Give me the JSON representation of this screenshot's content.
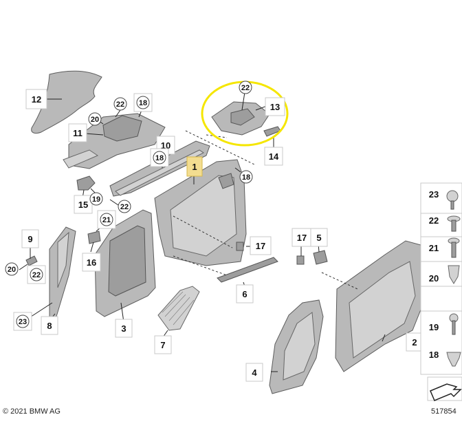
{
  "copyright": "© 2021 BMW AG",
  "diagram_id": "517854",
  "callouts": [
    {
      "id": "c12",
      "label": "12",
      "style": "box"
    },
    {
      "id": "c22a",
      "label": "22",
      "style": "circle"
    },
    {
      "id": "c18a",
      "label": "18",
      "style": "circle"
    },
    {
      "id": "c20a",
      "label": "20",
      "style": "circle"
    },
    {
      "id": "c11",
      "label": "11",
      "style": "box"
    },
    {
      "id": "c10",
      "label": "10",
      "style": "box"
    },
    {
      "id": "c18b",
      "label": "18",
      "style": "circle"
    },
    {
      "id": "c1",
      "label": "1",
      "style": "highlight"
    },
    {
      "id": "c15",
      "label": "15",
      "style": "box"
    },
    {
      "id": "c19a",
      "label": "19",
      "style": "circle"
    },
    {
      "id": "c22b",
      "label": "22",
      "style": "circle"
    },
    {
      "id": "c22c",
      "label": "22",
      "style": "circle"
    },
    {
      "id": "c13",
      "label": "13",
      "style": "box"
    },
    {
      "id": "c14",
      "label": "14",
      "style": "box"
    },
    {
      "id": "c18c",
      "label": "18",
      "style": "circle"
    },
    {
      "id": "c21a",
      "label": "21",
      "style": "circle"
    },
    {
      "id": "c9",
      "label": "9",
      "style": "box"
    },
    {
      "id": "c16",
      "label": "16",
      "style": "box"
    },
    {
      "id": "c20b",
      "label": "20",
      "style": "circle"
    },
    {
      "id": "c22d",
      "label": "22",
      "style": "circle"
    },
    {
      "id": "c23a",
      "label": "23",
      "style": "circle"
    },
    {
      "id": "c8",
      "label": "8",
      "style": "box"
    },
    {
      "id": "c3",
      "label": "3",
      "style": "box"
    },
    {
      "id": "c7",
      "label": "7",
      "style": "box"
    },
    {
      "id": "c17a",
      "label": "17",
      "style": "box"
    },
    {
      "id": "c6",
      "label": "6",
      "style": "box"
    },
    {
      "id": "c17b",
      "label": "17",
      "style": "box"
    },
    {
      "id": "c5",
      "label": "5",
      "style": "box"
    },
    {
      "id": "c4",
      "label": "4",
      "style": "box"
    },
    {
      "id": "c2",
      "label": "2",
      "style": "box"
    }
  ],
  "fastener_legend": [
    {
      "label": "23"
    },
    {
      "label": "22"
    },
    {
      "label": "21"
    },
    {
      "label": "20"
    },
    {
      "label": "19"
    },
    {
      "label": "18"
    }
  ],
  "colors": {
    "highlight_fill": "#f3dd90",
    "selection_ring": "#f5e600",
    "part_gray": "#b9b9b9"
  }
}
